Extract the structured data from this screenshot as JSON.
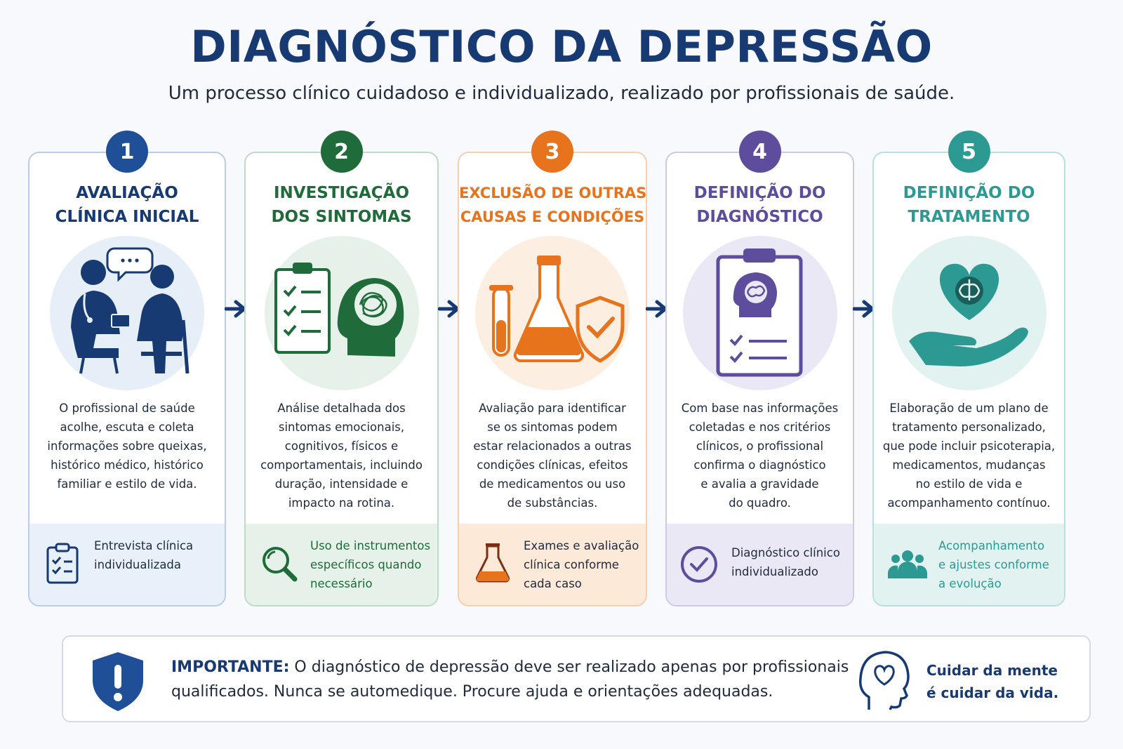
{
  "title": "DIAGNÓSTICO DA DEPRESSÃO",
  "subtitle": "Um processo clínico cuidadoso e individualizado, realizado por profissionais de saúde.",
  "colors": {
    "navy": "#173a73",
    "step1": "#1f4f96",
    "step2": "#1f6b3a",
    "step3": "#e7731c",
    "step4": "#5e4c9c",
    "step5": "#2c9a93"
  },
  "steps": [
    {
      "number": "1",
      "title_lines": [
        "AVALIAÇÃO",
        "CLÍNICA INICIAL"
      ],
      "illustration": "doctor-patient-consultation",
      "description_lines": [
        "O profissional de saúde",
        "acolhe, escuta e coleta",
        "informações sobre queixas,",
        "histórico médico, histórico",
        "familiar e estilo de vida."
      ],
      "footer_icon": "clipboard-checklist-icon",
      "footer_lines": [
        "Entrevista clínica",
        "individualizada"
      ]
    },
    {
      "number": "2",
      "title_lines": [
        "INVESTIGAÇÃO",
        "DOS SINTOMAS"
      ],
      "illustration": "checklist-and-head",
      "description_lines": [
        "Análise detalhada dos",
        "sintomas emocionais,",
        "cognitivos, físicos e",
        "comportamentais, incluindo",
        "duração, intensidade e",
        "impacto na rotina."
      ],
      "footer_icon": "magnifier-icon",
      "footer_lines": [
        "Uso de instrumentos",
        "específicos quando",
        "necessário"
      ]
    },
    {
      "number": "3",
      "title_lines": [
        "EXCLUSÃO DE OUTRAS",
        "CAUSAS E CONDIÇÕES"
      ],
      "illustration": "lab-flask-and-shield",
      "description_lines": [
        "Avaliação para identificar",
        "se os sintomas podem",
        "estar relacionados a outras",
        "condições clínicas, efeitos",
        "de medicamentos ou uso",
        "de substâncias."
      ],
      "footer_icon": "flask-icon",
      "footer_lines": [
        "Exames e avaliação",
        "clínica conforme",
        "cada caso"
      ]
    },
    {
      "number": "4",
      "title_lines": [
        "DEFINIÇÃO DO",
        "DIAGNÓSTICO"
      ],
      "illustration": "diagnosis-clipboard",
      "description_lines": [
        "Com base nas informações",
        "coletadas e nos critérios",
        "clínicos, o profissional",
        "confirma o diagnóstico",
        "e avalia a gravidade",
        "do quadro."
      ],
      "footer_icon": "check-circle-icon",
      "footer_lines": [
        "Diagnóstico clínico",
        "individualizado"
      ]
    },
    {
      "number": "5",
      "title_lines": [
        "DEFINIÇÃO DO",
        "TRATAMENTO"
      ],
      "illustration": "hand-heart-brain",
      "description_lines": [
        "Elaboração de um plano de",
        "tratamento personalizado,",
        "que pode incluir psicoterapia,",
        "medicamentos, mudanças",
        "no estilo de vida e",
        "acompanhamento contínuo."
      ],
      "footer_icon": "people-group-icon",
      "footer_lines": [
        "Acompanhamento",
        "e ajustes conforme",
        "a evolução"
      ]
    }
  ],
  "notice": {
    "label": "IMPORTANTE:",
    "line1": " O diagnóstico de depressão deve ser realizado apenas por profissionais",
    "line2": "qualificados. Nunca se automedique. Procure ajuda e orientações adequadas.",
    "slogan_lines": [
      "Cuidar da mente",
      "é cuidar da vida."
    ]
  }
}
